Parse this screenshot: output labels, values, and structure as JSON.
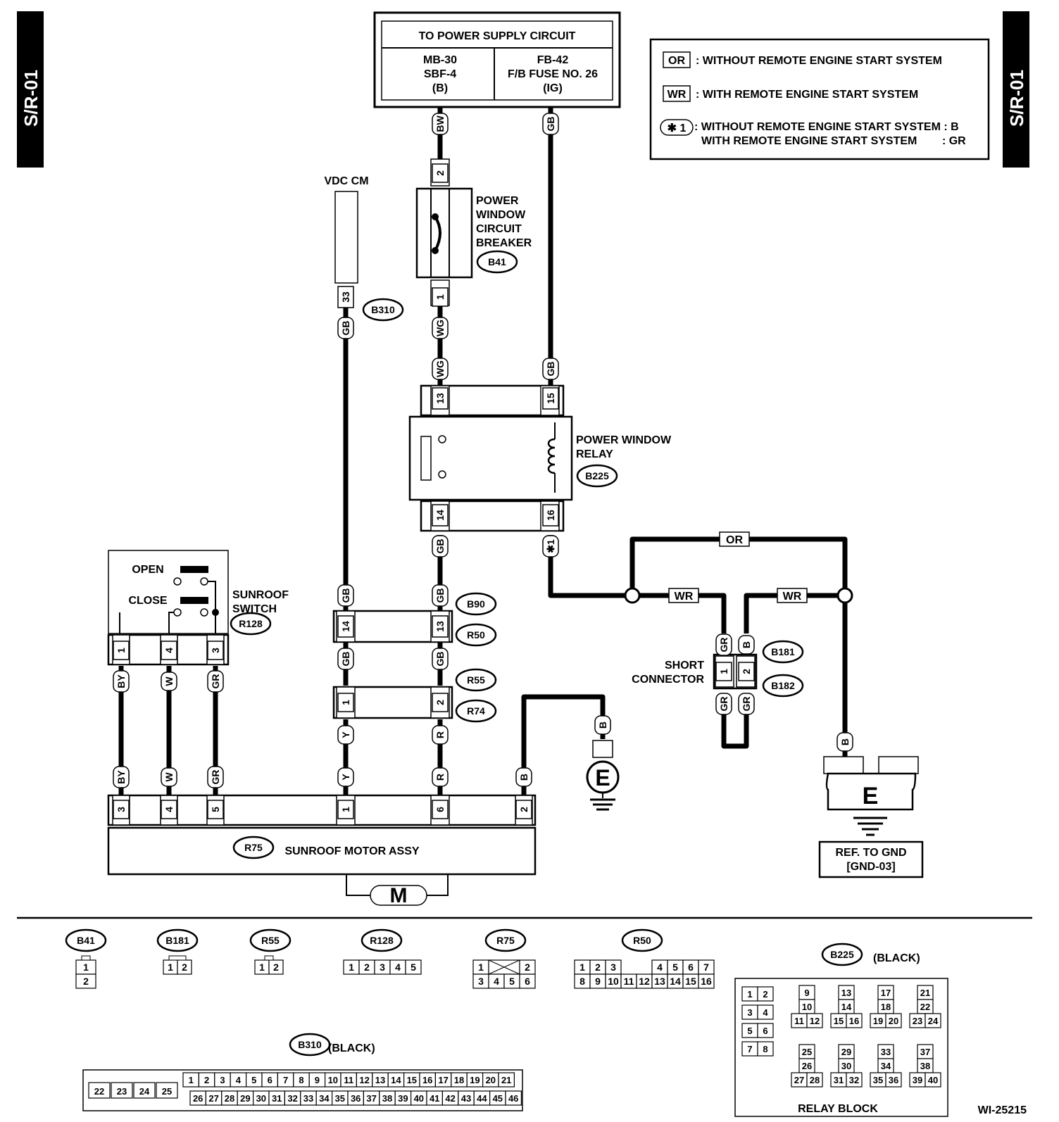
{
  "page_tab": "S/R-01",
  "power_supply": {
    "title": "TO POWER SUPPLY CIRCUIT",
    "left": [
      "MB-30",
      "SBF-4",
      "(B)"
    ],
    "right": [
      "FB-42",
      "F/B FUSE NO. 26",
      "(IG)"
    ]
  },
  "legend": {
    "or_badge": "OR",
    "or_text": ": WITHOUT REMOTE ENGINE START SYSTEM",
    "wr_badge": "WR",
    "wr_text": ": WITH REMOTE ENGINE START SYSTEM",
    "star_badge": "✱ 1",
    "star_text_1": ": WITHOUT REMOTE ENGINE START SYSTEM : B",
    "star_text_2": "WITH REMOTE ENGINE START SYSTEM        : GR"
  },
  "components": {
    "vdc_cm": "VDC CM",
    "breaker": [
      "POWER",
      "WINDOW",
      "CIRCUIT",
      "BREAKER"
    ],
    "relay": [
      "POWER WINDOW",
      "RELAY"
    ],
    "sunroof_switch": [
      "SUNROOF",
      "SWITCH"
    ],
    "switch_open": "OPEN",
    "switch_close": "CLOSE",
    "short_connector": [
      "SHORT",
      "CONNECTOR"
    ],
    "motor_assy": "SUNROOF MOTOR ASSY",
    "motor": "M",
    "ground_e": "E",
    "ref_gnd": [
      "REF. TO GND",
      "[GND-03]"
    ],
    "relay_block": "RELAY BLOCK",
    "figure_id": "WI-25215"
  },
  "refs": {
    "B41": "B41",
    "B310": "B310",
    "B225": "B225",
    "R128": "R128",
    "B90": "B90",
    "R50": "R50",
    "R55": "R55",
    "R74": "R74",
    "B181": "B181",
    "B182": "B182",
    "R75": "R75"
  },
  "wires": {
    "bw": "BW",
    "gb": "GB",
    "wg": "WG",
    "b": "B",
    "y": "Y",
    "r": "R",
    "by": "BY",
    "w": "W",
    "gr": "GR",
    "or": "OR",
    "wr": "WR",
    "star1": "✱1"
  },
  "pins": {
    "p1": "1",
    "p2": "2",
    "p3": "3",
    "p4": "4",
    "p5": "5",
    "p6": "6",
    "p13": "13",
    "p14": "14",
    "p15": "15",
    "p16": "16",
    "p33": "33"
  },
  "connector_views": {
    "B41": [
      "1",
      "2"
    ],
    "B181": [
      "1",
      "2"
    ],
    "R55": [
      "1",
      "2"
    ],
    "R128": [
      "1",
      "2",
      "3",
      "4",
      "5"
    ],
    "R75": [
      "1",
      "2",
      "3",
      "4",
      "5",
      "6"
    ],
    "R50_top": [
      "1",
      "2",
      "3",
      "4",
      "5",
      "6",
      "7"
    ],
    "R50_bottom": [
      "8",
      "9",
      "10",
      "11",
      "12",
      "13",
      "14",
      "15",
      "16"
    ],
    "B225_label": "(BLACK)",
    "B225_pins": [
      "1",
      "2",
      "3",
      "4",
      "5",
      "6",
      "7",
      "8",
      "9",
      "10",
      "11",
      "12",
      "13",
      "14",
      "15",
      "16",
      "17",
      "18",
      "19",
      "20",
      "21",
      "22",
      "23",
      "24",
      "25",
      "26",
      "27",
      "28",
      "29",
      "30",
      "31",
      "32",
      "33",
      "34",
      "35",
      "36",
      "37",
      "38",
      "39",
      "40"
    ],
    "B310_label": "(BLACK)",
    "B310_left": [
      "22",
      "23",
      "24",
      "25"
    ],
    "B310_top": [
      "1",
      "2",
      "3",
      "4",
      "5",
      "6",
      "7",
      "8",
      "9",
      "10",
      "11",
      "12",
      "13",
      "14",
      "15",
      "16",
      "17",
      "18",
      "19",
      "20",
      "21"
    ],
    "B310_bottom": [
      "26",
      "27",
      "28",
      "29",
      "30",
      "31",
      "32",
      "33",
      "34",
      "35",
      "36",
      "37",
      "38",
      "39",
      "40",
      "41",
      "42",
      "43",
      "44",
      "45",
      "46"
    ]
  }
}
